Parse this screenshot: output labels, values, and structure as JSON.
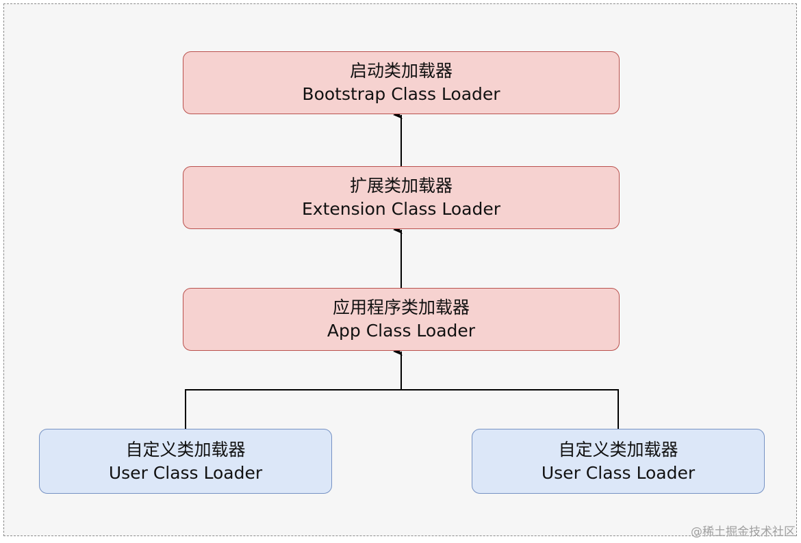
{
  "nodes": {
    "bootstrap": {
      "label_cn": "启动类加载器",
      "label_en": "Bootstrap Class Loader"
    },
    "extension": {
      "label_cn": "扩展类加载器",
      "label_en": "Extension Class Loader"
    },
    "app": {
      "label_cn": "应用程序类加载器",
      "label_en": "App Class Loader"
    },
    "user_left": {
      "label_cn": "自定义类加载器",
      "label_en": "User Class Loader"
    },
    "user_right": {
      "label_cn": "自定义类加载器",
      "label_en": "User Class Loader"
    }
  },
  "watermark": "@稀土掘金技术社区",
  "colors": {
    "red_fill": "#f6d2d0",
    "red_stroke": "#b9504c",
    "blue_fill": "#dce7f8",
    "blue_stroke": "#7591c3",
    "edge": "#000000"
  }
}
